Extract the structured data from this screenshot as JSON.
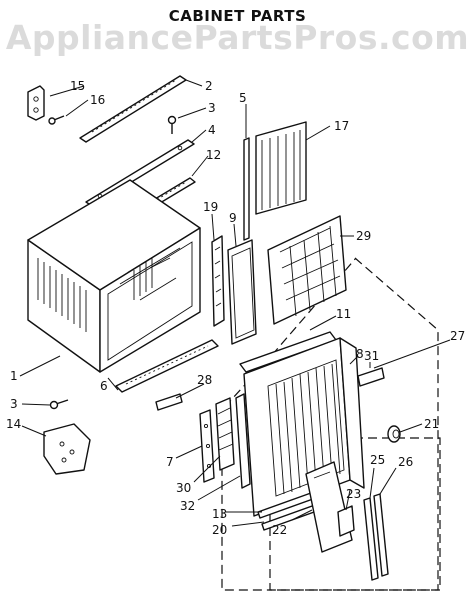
{
  "watermark": "AppliancePartsPros.com",
  "title": "CABINET PARTS",
  "subtitle": "",
  "callouts": {
    "c1": "1",
    "c2": "2",
    "c3a": "3",
    "c3b": "3",
    "c4": "4",
    "c5": "5",
    "c6": "6",
    "c7": "7",
    "c8": "8",
    "c9": "9",
    "c11": "11",
    "c12": "12",
    "c13": "13",
    "c14": "14",
    "c15": "15",
    "c16": "16",
    "c17": "17",
    "c19": "19",
    "c20": "20",
    "c21": "21",
    "c22": "22",
    "c23": "23",
    "c25": "25",
    "c26": "26",
    "c27": "27",
    "c28": "28",
    "c29": "29",
    "c30": "30",
    "c31": "31",
    "c32": "32"
  }
}
